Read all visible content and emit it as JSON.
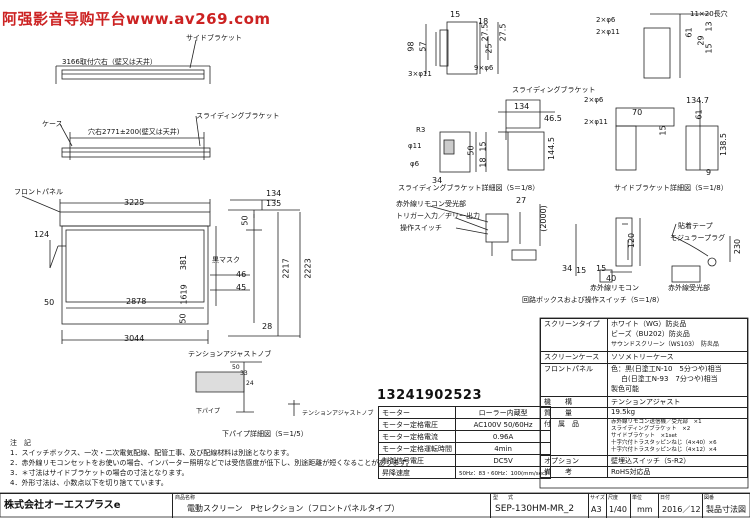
{
  "watermark": "阿强影音导购平台www.av269.com",
  "phone": "13241902523",
  "top_view": {
    "mount_holes_label": "3166取付穴右（壁又は天井）",
    "side_bracket_label": "サイドブラケット",
    "case_label": "ケース",
    "case_holes_label": "穴右2771±200(壁又は天井)",
    "sliding_bracket_label": "スライディングブラケット"
  },
  "front_view": {
    "front_panel_label": "フロントパネル",
    "width_total": "3225",
    "width_view": "2878",
    "width_screen": "3044",
    "left_offset_124": "124",
    "left_offset_50": "50",
    "bottom_offset_50": "50",
    "black_mask_label": "黒マスク",
    "dim_381": "381",
    "dim_1619": "1619",
    "dim_2217": "2217",
    "dim_2223": "2223",
    "dim_134": "134",
    "dim_135": "135",
    "dim_46": "46",
    "dim_45": "45",
    "dim_28": "28",
    "dim_50r": "50",
    "tension_knob_label": "テンションアジャストノブ"
  },
  "pipe_detail": {
    "dim_50": "50",
    "dim_33": "33",
    "dim_24": "24",
    "bottom_pipe_label": "下パイプ",
    "knob_label": "テンションアジャストノブ",
    "caption": "下パイプ詳細図（S＝1/5）"
  },
  "bracket_detail": {
    "dim_15": "15",
    "dim_18": "18",
    "dim_98": "98",
    "dim_57": "57",
    "dim_27_5": "27.5",
    "dim_25": "25",
    "dim_27_5b": "27.5",
    "holes_3x11": "3×φ11",
    "holes_9x6": "9×φ6",
    "sliding_label": "スライディングブラケット",
    "dim_134": "134",
    "dim_46_5": "46.5",
    "dim_144_5": "144.5",
    "dim_r3": "R3",
    "dim_11": "φ11",
    "dim_6": "φ6",
    "dim_50": "50",
    "dim_15b": "15",
    "dim_18b": "18",
    "dim_34": "34",
    "caption_sliding": "スライディングブラケット詳細図（S＝1/8）",
    "holes_11x20": "11×20長穴",
    "holes_2x6": "2×φ6",
    "holes_2x11": "2×φ11",
    "dim_61": "61",
    "dim_29": "29",
    "dim_13": "13",
    "dim_15c": "15",
    "dim_70": "70",
    "dim_134_7": "134.7",
    "dim_61b": "61",
    "dim_15d": "15",
    "dim_138_5": "138.5",
    "dim_9": "9",
    "caption_side": "サイドブラケット詳細図（S＝1/8）"
  },
  "switch_detail": {
    "ir_receiver_label": "赤外線リモコン受光部",
    "trigger_label": "トリガー入力／ヂリー出力",
    "switch_label": "操作スイッチ",
    "dim_27": "27",
    "dim_2000": "(2000)",
    "dim_120": "120",
    "dim_40": "40",
    "dim_15": "15",
    "dim_34": "34",
    "dim_15b": "15",
    "remote_label": "赤外線リモコン",
    "receiver_label": "赤外線受光部",
    "tape_label": "貼着テープ",
    "modular_label": "モジュラープラグ",
    "dim_230": "230",
    "caption": "回路ボックスおよび操作スイッチ（S＝1/8）"
  },
  "spec_table": {
    "rows": [
      [
        "モーター",
        "ローラー内蔵型"
      ],
      [
        "モーター定格電圧",
        "AC100V 50/60Hz"
      ],
      [
        "モーター定格電流",
        "0.96A"
      ],
      [
        "モーター定格運転時間",
        "4min"
      ],
      [
        "制御信号電圧",
        "DC5V"
      ],
      [
        "昇降速度",
        "50Hz：83・60Hz：100(mm/sec)"
      ]
    ]
  },
  "info_table": {
    "screen_label": "スクリーンタイプ",
    "screen_values": [
      "ホワイト（WG）防炎品",
      "ビーズ（BU202）防炎品",
      "サウンドスクリーン（WS103）　防炎品"
    ],
    "case_label": "スクリーンケース",
    "case_value": "ソソメトリーケース",
    "front_label": "フロントパネル",
    "front_values": [
      "色：黒(日塗工N-10　5分つや)相当",
      "白(日塗工N-93　7分つや)相当",
      "製色可能"
    ],
    "adjust_label": "機　　構",
    "adjust_value": "テンションアジャスト",
    "weight_label": "質　　量",
    "weight_value": "19.5kg",
    "acc_label": "付　属　品",
    "acc_values": [
      "赤外線リモコン送信機／受光部　×1",
      "スライディングブラケット　×2",
      "サイドブラケット　×1set",
      "十字穴付トラスタッピンねじ（4×40）×6",
      "十字穴付トラスタッピンねじ（4×12）×4"
    ],
    "option_label": "オプション",
    "option_value": "壁埋込スイッチ（S-R2）",
    "remarks_label": "備　　考",
    "remarks_value": "RoHS対応品"
  },
  "notes": {
    "title": "注　記",
    "lines": [
      "1．スイッチボックス、一次・二次電気配線、配管工事、及び配線材料は別途となります。",
      "2．赤外線リモコンセットをお使いの場合、インバーター照明などでは受信感度が低下し、別途距離が短くなることがあります。",
      "3．＊寸法はサイドブラケットの場合の寸法となります。",
      "4．外形寸法は、小数点以下を切り捨てています。"
    ]
  },
  "title_block": {
    "company": "株式会社オーエスプラスe",
    "product_cap": "商品名称",
    "product": "電動スクリーン　Pセレクション（フロントパネルタイプ）",
    "model_cap": "型　　式",
    "model": "SEP-130HM-MR_2",
    "size_cap": "サイズ",
    "size": "A3",
    "scale_cap": "尺度",
    "scale": "1/40",
    "unit_cap": "単位",
    "unit": "mm",
    "date_cap": "日付",
    "date": "2016／12",
    "doc_cap": "図番",
    "doc": "製品寸法図"
  }
}
